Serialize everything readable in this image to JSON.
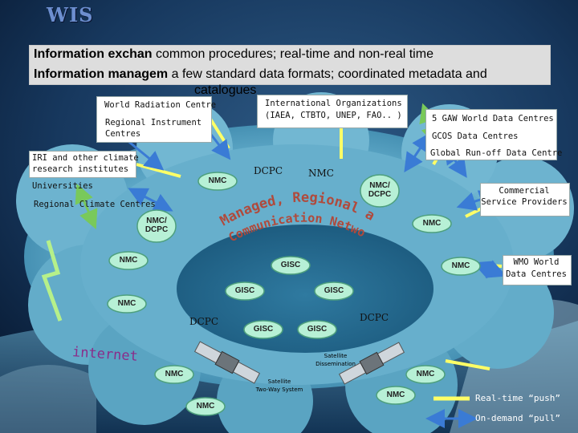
{
  "title": "WIS",
  "banner": {
    "line1_bold": "Information exchan",
    "line1_rest": "common procedures; real-time and non-real time",
    "line2_bold": "Information managem",
    "line2_rest": "a few standard data formats; coordinated metadata and",
    "line3": "catalogues"
  },
  "labels": {
    "wrc": "World Radiation Centre",
    "ric1": "Regional Instrument",
    "ric2": "Centres",
    "io1": "International Organizations",
    "io2": "(IAEA, CTBTO, UNEP, FAO.. )",
    "gaw": "5 GAW World Data Centres",
    "gcos": "GCOS Data Centres",
    "grdc": "Global Run-off Data Centre",
    "iri1": "IRI and other climate",
    "iri2": "research institutes",
    "univ": "Universities",
    "rcc": "Regional Climate Centres",
    "comm1": "Commercial",
    "comm2": "Service Providers",
    "wmo1": "WMO World",
    "wmo2": "Data Centres"
  },
  "network": {
    "line1": "Managed, Regional and Interne",
    "line2": "Communication Networks"
  },
  "nodes": {
    "nmc": "NMC",
    "nmc_dcpc": "NMC/ DCPC",
    "dcpc": "DCPC",
    "gisc": "GISC"
  },
  "satellite": {
    "dissem1": "Satellite",
    "dissem2": "Dissemination",
    "twoway1": "Satellite",
    "twoway2": "Two-Way System"
  },
  "internet": "internet",
  "legend": {
    "push": "Real-time “push”",
    "pull": "On-demand “pull”"
  },
  "colors": {
    "arrow": "#ffff66",
    "accent_arrow": "#9de07a",
    "node_fill": "#b7f0d6",
    "node_stroke": "#4ea07d",
    "cloud": "#5fa9c8",
    "banner": "#dddddd",
    "title": "#6d8fd0"
  }
}
